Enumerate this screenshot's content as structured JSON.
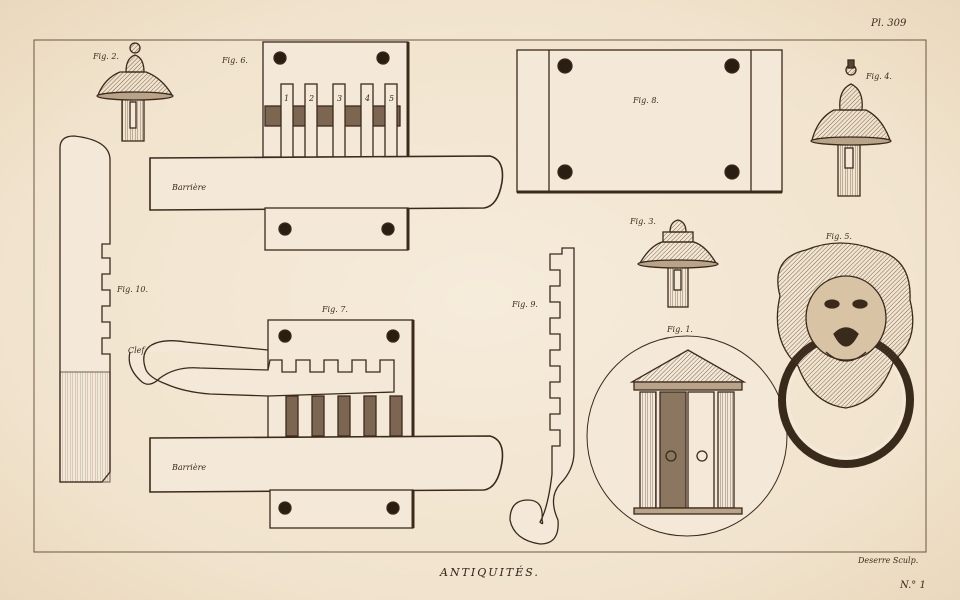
{
  "plate": {
    "number": "Pl. 309",
    "title": "ANTIQUITÉS.",
    "engraver": "Deserre Sculp.",
    "sheet": "N.° 1"
  },
  "labels": {
    "fig1": "Fig. 1.",
    "fig2": "Fig. 2.",
    "fig3": "Fig. 3.",
    "fig4": "Fig. 4.",
    "fig5": "Fig. 5.",
    "fig6": "Fig. 6.",
    "fig7": "Fig. 7.",
    "fig8": "Fig. 8.",
    "fig9": "Fig. 9.",
    "fig10": "Fig. 10.",
    "barriere_top": "Barrière",
    "barriere_bottom": "Barrière",
    "clef": "Clef"
  },
  "tumbler_numbers": [
    "1",
    "2",
    "3",
    "4",
    "5"
  ],
  "colors": {
    "ink": "#3a2a1c",
    "paper": "#f4e9d8"
  }
}
